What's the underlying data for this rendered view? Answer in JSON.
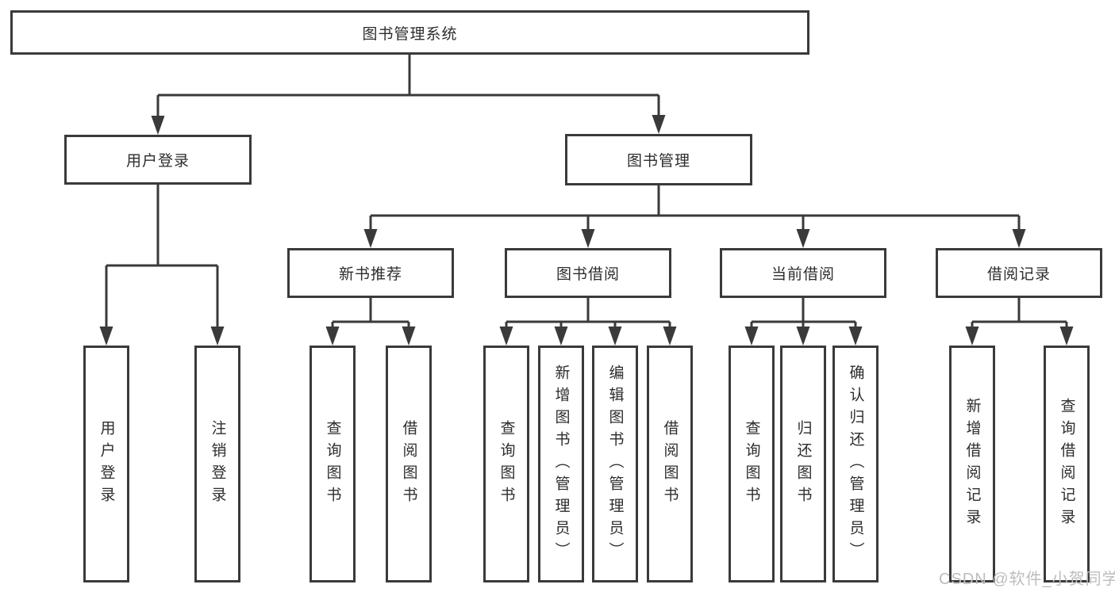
{
  "diagram_title": "图书管理系统",
  "tree": {
    "root": {
      "label": "图书管理系统",
      "children": [
        {
          "label": "用户登录",
          "children": [
            {
              "label": "用户登录"
            },
            {
              "label": "注销登录"
            }
          ]
        },
        {
          "label": "图书管理",
          "children": [
            {
              "label": "新书推荐",
              "children": [
                {
                  "label": "查询图书"
                },
                {
                  "label": "借阅图书"
                }
              ]
            },
            {
              "label": "图书借阅",
              "children": [
                {
                  "label": "查询图书"
                },
                {
                  "label": "新增图书（管理员）"
                },
                {
                  "label": "编辑图书（管理员）"
                },
                {
                  "label": "借阅图书"
                }
              ]
            },
            {
              "label": "当前借阅",
              "children": [
                {
                  "label": "查询图书"
                },
                {
                  "label": "归还图书"
                },
                {
                  "label": "确认归还（管理员）"
                }
              ]
            },
            {
              "label": "借阅记录",
              "children": [
                {
                  "label": "新增借阅记录"
                },
                {
                  "label": "查询借阅记录"
                }
              ]
            }
          ]
        }
      ]
    }
  },
  "watermark": {
    "text": "CSDN @软件_小贺同学"
  },
  "colors": {
    "line": "#3a3a3a",
    "box_border": "#3a3a3a",
    "box_fill": "#ffffff",
    "text": "#2d2d2d",
    "watermark": "#bdbdbd",
    "background": "#ffffff"
  }
}
